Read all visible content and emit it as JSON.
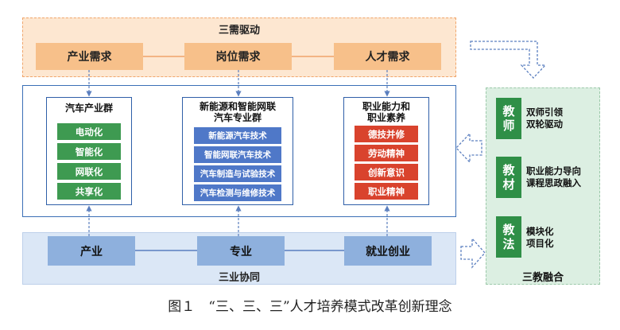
{
  "top": {
    "title": "三需驱动",
    "boxes": [
      "产业需求",
      "岗位需求",
      "人才需求"
    ]
  },
  "middle": {
    "panels": [
      {
        "title": "汽车产业群",
        "items": [
          "电动化",
          "智能化",
          "网联化",
          "共享化"
        ]
      },
      {
        "title": "新能源和智能网联\n汽车专业群",
        "items": [
          "新能源汽车技术",
          "智能网联汽车技术",
          "汽车制造与试验技术",
          "汽车检测与维修技术"
        ]
      },
      {
        "title": "职业能力和\n职业素养",
        "items": [
          "德技并修",
          "劳动精神",
          "创新意识",
          "职业精神"
        ]
      }
    ]
  },
  "bottom": {
    "title": "三业协同",
    "boxes": [
      "产业",
      "专业",
      "就业创业"
    ]
  },
  "right": {
    "title": "三教融合",
    "rows": [
      {
        "badge": "教\n师",
        "text": "双师引领\n双轮驱动"
      },
      {
        "badge": "教\n材",
        "text": "职业能力导向\n课程思政融入"
      },
      {
        "badge": "教\n法",
        "text": "模块化\n项目化"
      }
    ]
  },
  "caption": "图１　“三、三、三”人才培养模式改革创新理念",
  "colors": {
    "orange": "#f7c08a",
    "green": "#3e9a51",
    "blue": "#4f78c8",
    "red": "#d9432d",
    "light_blue": "#8eb0dd",
    "badge_green": "#2f8f47"
  }
}
